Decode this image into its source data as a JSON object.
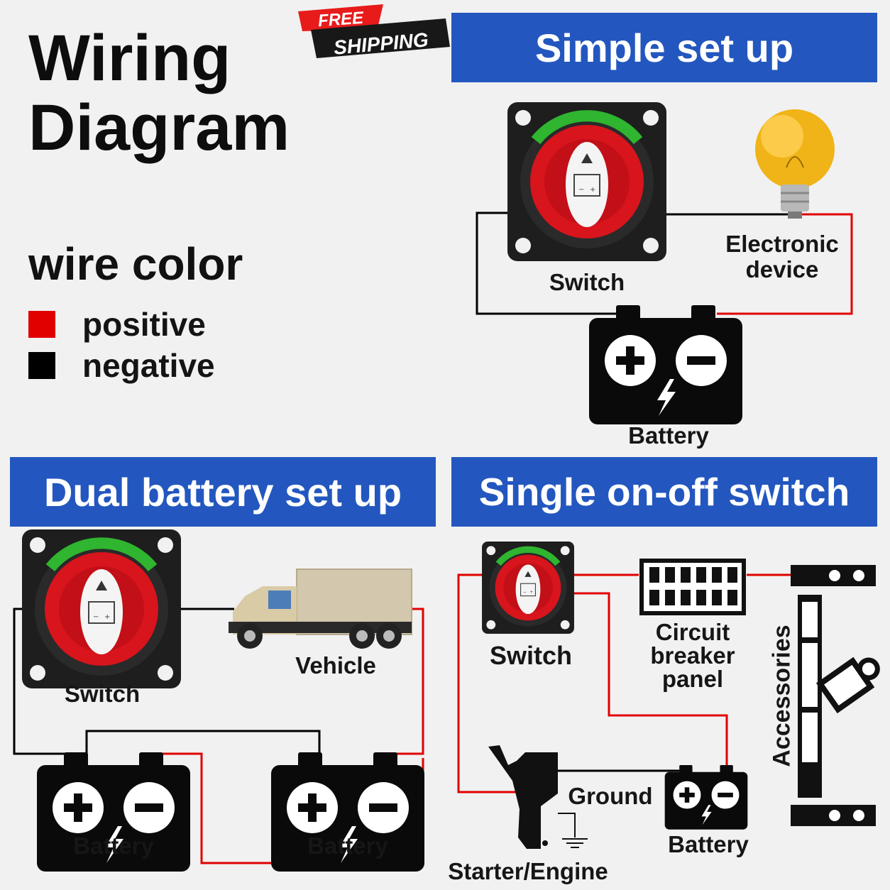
{
  "title": {
    "line1": "Wiring",
    "line2": "Diagram"
  },
  "badge": {
    "line1": "FREE",
    "line2": "SHIPPING"
  },
  "legend": {
    "heading": "wire color",
    "items": [
      {
        "label": "positive",
        "color": "#e10000"
      },
      {
        "label": "negative",
        "color": "#000000"
      }
    ]
  },
  "sections": {
    "simple": {
      "title": "Simple set up",
      "switch_label": "Switch",
      "device_label_1": "Electronic",
      "device_label_2": "device",
      "battery_label": "Battery"
    },
    "dual": {
      "title": "Dual battery set up",
      "switch_label": "Switch",
      "vehicle_label": "Vehicle",
      "battery1_label": "Battery",
      "battery2_label": "Battery"
    },
    "single": {
      "title": "Single on-off switch",
      "switch_label": "Switch",
      "panel_label_1": "Circuit",
      "panel_label_2": "breaker",
      "panel_label_3": "panel",
      "accessories_label": "Accessories",
      "ground_label": "Ground",
      "battery_label": "Battery",
      "engine_label": "Starter/Engine"
    }
  },
  "colors": {
    "banner": "#2357bf",
    "positive": "#e10000",
    "negative": "#000000",
    "switch_green": "#2fb52f",
    "switch_red": "#d8141c"
  },
  "icons": [
    "battery-switch-icon",
    "light-bulb-icon",
    "battery-icon",
    "truck-icon",
    "outboard-motor-icon",
    "ground-symbol-icon",
    "breaker-panel-icon",
    "accessories-rack-icon"
  ]
}
